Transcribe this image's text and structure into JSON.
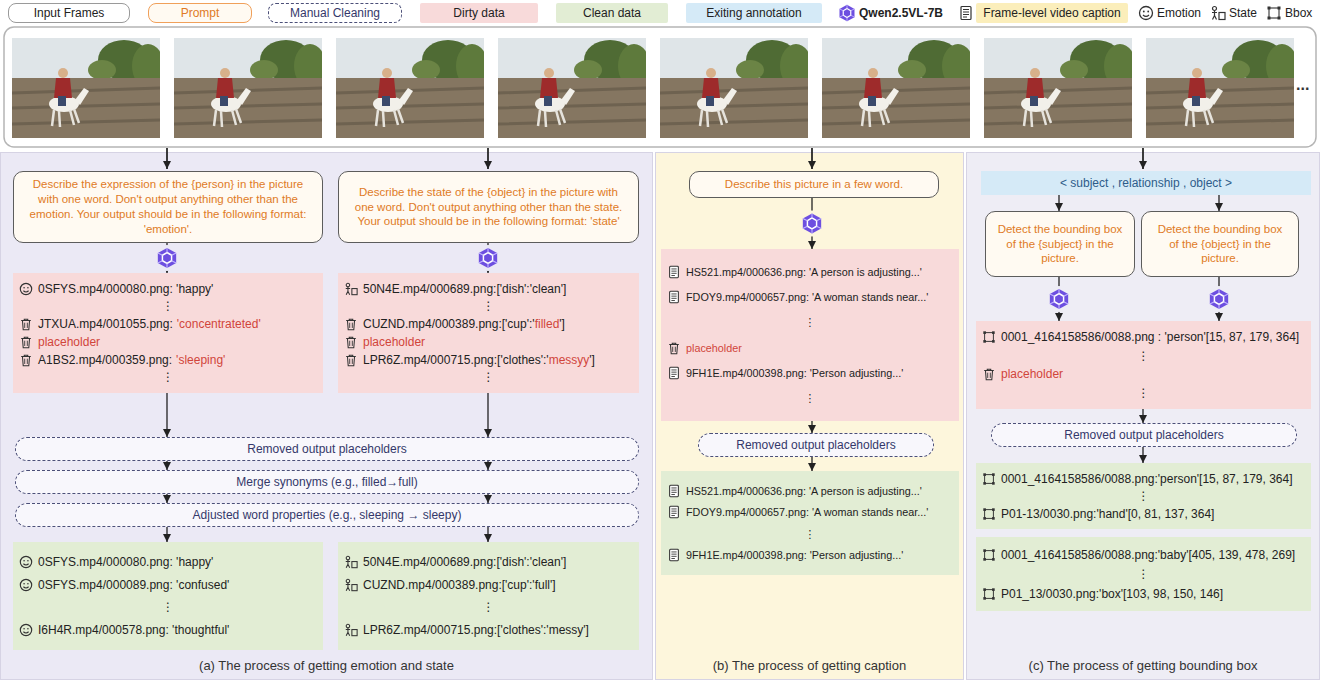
{
  "diagram": {
    "nodes": [
      {
        "text": [
          "(a) The process of getting emotion and state"
        ]
      },
      {
        "text": [
          "Describe the expression of the {person} in the picture with one word. Don't output anything other than the emotion. Your output should be in the following format: 'emotion'."
        ],
        "in": 0
      },
      {
        "text": [
          "Describe the state of the {object} in the picture with one word. Don't output anything other than the state. Your output should be in the following format: 'state'"
        ],
        "in": 0
      },
      {
        "text": [
          "0SFYS.mp4/000080.png: 'happy'",
          "⋮",
          "JTXUA.mp4/001055.png:",
          "'concentrateted'",
          "placeholder",
          "A1BS2.mp4/000359.png:",
          "'sleeping'",
          "⋮"
        ],
        "in": 0
      },
      {
        "text": [
          "50N4E.mp4/000689.png:['dish':'clean']",
          "⋮",
          "CUZND.mp4/000389.png:['cup':'",
          "filled",
          "']",
          "placeholder",
          "LPR6Z.mp4/000715.png:['clothes':'",
          "messyy",
          "']",
          "⋮"
        ],
        "in": 0
      },
      {
        "text": [
          "Removed output placeholders"
        ],
        "in": 0
      },
      {
        "text": [
          "Merge synonyms (e.g., filled→full)"
        ],
        "in": 0
      },
      {
        "text": [
          "Adjusted word properties (e.g., sleeping → sleepy)"
        ],
        "in": 0
      },
      {
        "text": [
          "0SFYS.mp4/000080.png: 'happy'",
          "0SFYS.mp4/000089.png: 'confused'",
          "⋮",
          "I6H4R.mp4/000578.png: 'thoughtful'"
        ],
        "in": 0
      },
      {
        "text": [
          "50N4E.mp4/000689.png:['dish':'clean']",
          "CUZND.mp4/000389.png:['cup':'full']",
          "⋮",
          "LPR6Z.mp4/000715.png:['clothes':'messy']"
        ],
        "in": 0
      },
      {
        "text": [
          "(b) The process of getting caption"
        ]
      },
      {
        "text": [
          "Describe this picture in a few word."
        ],
        "in": 10
      },
      {
        "text": [
          "HS521.mp4/000636.png: 'A person is adjusting...'",
          "FDOY9.mp4/000657.png: 'A woman stands near...'",
          "⋮",
          "placeholder",
          "9FH1E.mp4/000398.png: 'Person adjusting...'",
          "⋮"
        ],
        "in": 10
      },
      {
        "text": [
          "Removed output placeholders"
        ],
        "in": 10
      },
      {
        "text": [
          "HS521.mp4/000636.png: 'A person is adjusting...'",
          "FDOY9.mp4/000657.png: 'A woman stands near...'",
          "⋮",
          "9FH1E.mp4/000398.png: 'Person adjusting...'"
        ],
        "in": 10
      },
      {
        "text": [
          "(c) The process of getting bounding box"
        ]
      },
      {
        "text": [
          "< subject , relationship , object >"
        ],
        "in": 15
      },
      {
        "text": [
          "Detect the bounding box of the {subject} in the picture."
        ],
        "in": 15
      },
      {
        "text": [
          "Detect the bounding box of the {object} in the picture."
        ],
        "in": 15
      },
      {
        "text": [
          "0001_4164158586/0088.png : 'person'[15, 87, 179, 364]",
          "⋮",
          "placeholder",
          "⋮"
        ],
        "in": 15
      },
      {
        "text": [
          "Removed output placeholders"
        ],
        "in": 15
      },
      {
        "text": [
          "0001_4164158586/0088.png:'person'[15, 87, 179, 364]",
          "⋮",
          "P01-13/0030.png:'hand'[0, 81, 137, 364]"
        ],
        "in": 15
      },
      {
        "text": [
          "0001_4164158586/0088.png:'baby'[405, 139, 478, 269]",
          "⋮",
          "P01_13/0030.png:'box'[103, 98, 150, 146]"
        ],
        "in": 15
      }
    ],
    "edges": [
      {
        "from": 1,
        "to": 3,
        "arrow": "to"
      },
      {
        "from": 2,
        "to": 4,
        "arrow": "to"
      },
      {
        "from": 3,
        "to": 5,
        "arrow": "to"
      },
      {
        "from": 4,
        "to": 5,
        "arrow": "to"
      },
      {
        "from": 5,
        "to": 6,
        "arrow": "to"
      },
      {
        "from": 5,
        "to": 6,
        "arrow": "to"
      },
      {
        "from": 6,
        "to": 7,
        "arrow": "to"
      },
      {
        "from": 6,
        "to": 7,
        "arrow": "to"
      },
      {
        "from": 7,
        "to": 8,
        "arrow": "to"
      },
      {
        "from": 7,
        "to": 9,
        "arrow": "to"
      },
      {
        "from": 11,
        "to": 12,
        "arrow": "to"
      },
      {
        "from": 12,
        "to": 13,
        "arrow": "to"
      },
      {
        "from": 13,
        "to": 14,
        "arrow": "to"
      },
      {
        "from": 16,
        "to": 17,
        "arrow": "to"
      },
      {
        "from": 16,
        "to": 18,
        "arrow": "to"
      },
      {
        "from": 17,
        "to": 19,
        "arrow": "to"
      },
      {
        "from": 18,
        "to": 19,
        "arrow": "to"
      },
      {
        "from": 19,
        "to": 20,
        "arrow": "to"
      },
      {
        "from": 20,
        "to": 21,
        "arrow": "to"
      }
    ],
    "labels": [
      "..."
    ],
    "legend": [
      {
        "text": "Input Frames"
      },
      {
        "text": "Prompt"
      },
      {
        "text": "Manual Cleaning"
      },
      {
        "text": "Dirty data",
        "color": "#f8dada"
      },
      {
        "text": "Clean data",
        "color": "#e2edd4"
      },
      {
        "text": "Exiting annotation",
        "color": "#d5eaf7"
      },
      {
        "text": "Qwen2.5VL-7B"
      },
      {
        "text": "Frame-level video caption",
        "color": "#fbeebb"
      },
      {
        "text": "Emotion"
      },
      {
        "text": "State"
      },
      {
        "text": "Bbox"
      }
    ]
  }
}
